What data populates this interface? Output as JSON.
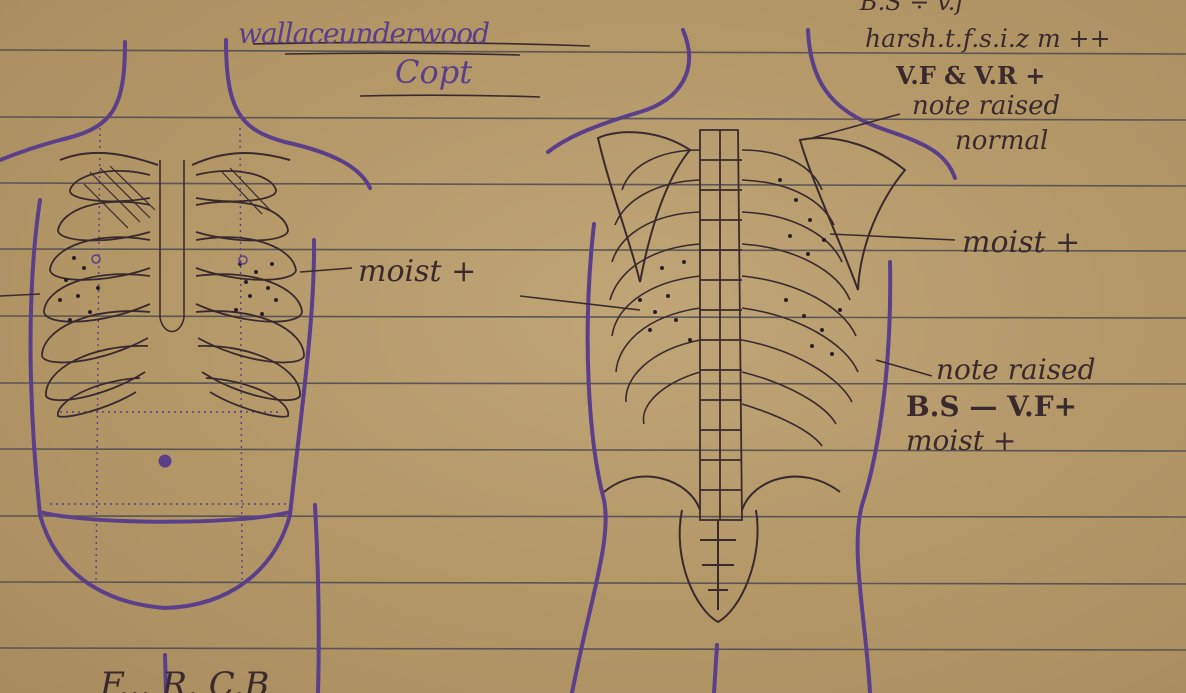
{
  "notes": {
    "header_line1": "wallaceunderwood",
    "header_line2": "Copt",
    "top_right_1": "B.S ÷ v.f",
    "top_right_2": "harsh.t.f.s.i.z m ++",
    "top_right_3": "V.F & V.R +",
    "top_right_4": "note raised",
    "top_right_5": "normal",
    "moist_front": "moist +",
    "moist_back": "moist +",
    "lower_right_1": "note raised",
    "lower_right_2": "B.S — V.F+",
    "lower_right_3": "moist +",
    "bottom_partial": "F...   R.  C.B"
  },
  "colors": {
    "paper": "#b69a6c",
    "ruled_line": "#4d4a4f",
    "ink_purple": "#5b3f8a",
    "ink_dark": "#3a2a2e"
  },
  "figures": {
    "left": "anterior torso diagram with rib cage",
    "right": "posterior torso diagram with spine, rib cage and pelvis"
  }
}
